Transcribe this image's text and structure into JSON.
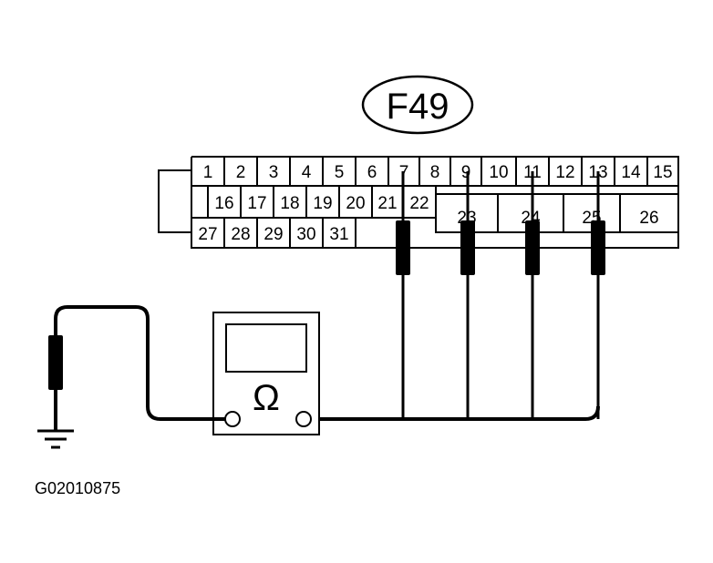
{
  "connector": {
    "id": "F49",
    "row1": [
      "1",
      "2",
      "3",
      "4",
      "5",
      "6",
      "7",
      "8",
      "9",
      "10",
      "11",
      "12",
      "13",
      "14",
      "15"
    ],
    "row2": [
      "16",
      "17",
      "18",
      "19",
      "20",
      "21",
      "22"
    ],
    "row3": [
      "27",
      "28",
      "29",
      "30",
      "31"
    ],
    "right_block": [
      "23",
      "24",
      "25",
      "26"
    ]
  },
  "meter": {
    "symbol": "Ω"
  },
  "figure_id": "G02010875"
}
